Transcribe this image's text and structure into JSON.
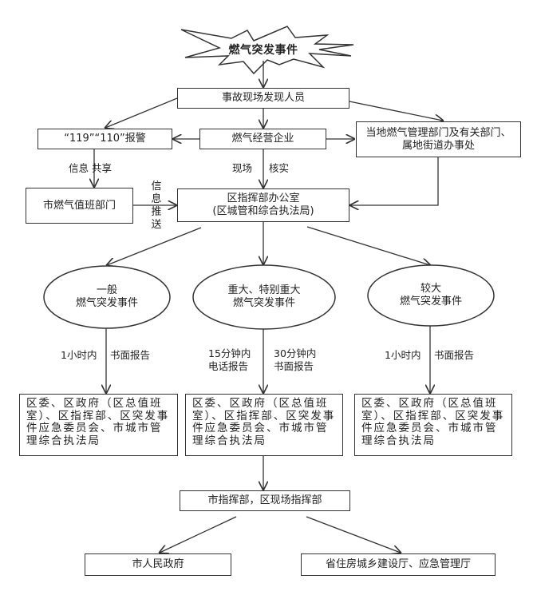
{
  "title_event": "燃气突发事件",
  "nodes": {
    "discoverer": "事故现场发现人员",
    "alarm": "“119”“110”报警",
    "enterprise": "燃气经营企业",
    "local_dept": "当地燃气管理部门及有关部门、属地街道办事处",
    "city_duty": "市燃气值班部门",
    "district_hq_line1": "区指挥部办公室",
    "district_hq_line2": "(区城管和综合执法局)",
    "city_district_hq": "市指挥部，区现场指挥部",
    "city_gov": "市人民政府",
    "province": "省住房城乡建设厅、应急管理厅"
  },
  "edge_labels": {
    "info_share": "信息 共享",
    "onsite_verify_left": "现场",
    "onsite_verify_right": "核实",
    "info_push": "信息推送"
  },
  "levels": [
    {
      "name": "一般\n燃气突发事件",
      "report_left": "1小时内",
      "report_right": "书面报告",
      "recipients": "区委、区政府（区总值班室）、区指挥部、区突发事件应急委员会、市城市管理综合执法局"
    },
    {
      "name": "重大、特别重大\n燃气突发事件",
      "report_left": "15分钟内\n电话报告",
      "report_right": "30分钟内\n书面报告",
      "recipients": "区委、区政府（区总值班室）、区指挥部、区突发事件应急委员会、市城市管理综合执法局"
    },
    {
      "name": "较大\n燃气突发事件",
      "report_left": "1小时内",
      "report_right": "书面报告",
      "recipients": "区委、区政府（区总值班室）、区指挥部、区突发事件应急委员会、市城市管理综合执法局"
    }
  ]
}
